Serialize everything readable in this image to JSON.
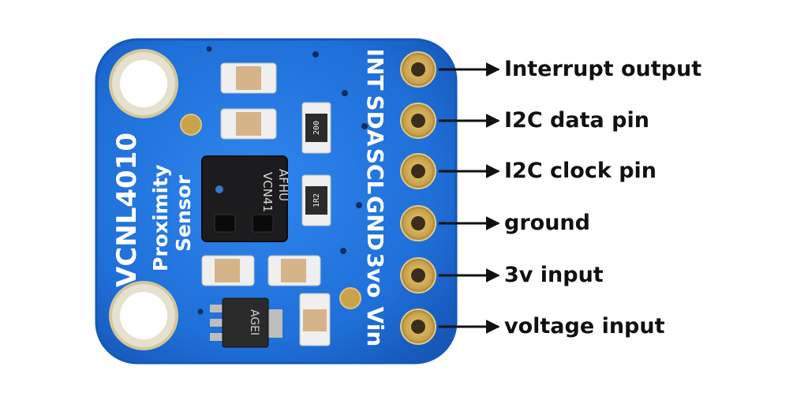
{
  "board": {
    "model_text": "VCNL4010",
    "name_line1": "Proximity",
    "name_line2": "Sensor",
    "chip_line1": "VCN41",
    "chip_line2": "AFHU",
    "regulator_text": "AGEI",
    "resistor1_text": "200",
    "resistor2_text": "1R2"
  },
  "pins": [
    {
      "silk": "INT",
      "label": "Interrupt output"
    },
    {
      "silk": "SDA",
      "label": "I2C data pin"
    },
    {
      "silk": "SCL",
      "label": "I2C clock pin"
    },
    {
      "silk": "GND",
      "label": "ground"
    },
    {
      "silk": "3vo",
      "label": "3v input"
    },
    {
      "silk": "Vin",
      "label": "voltage input"
    }
  ],
  "colors": {
    "pcb": "#1f6fd8",
    "pcb_edge": "#1558b8",
    "pad": "#c9a24a",
    "hole": "#3a2e1a",
    "arrow": "#111111"
  }
}
